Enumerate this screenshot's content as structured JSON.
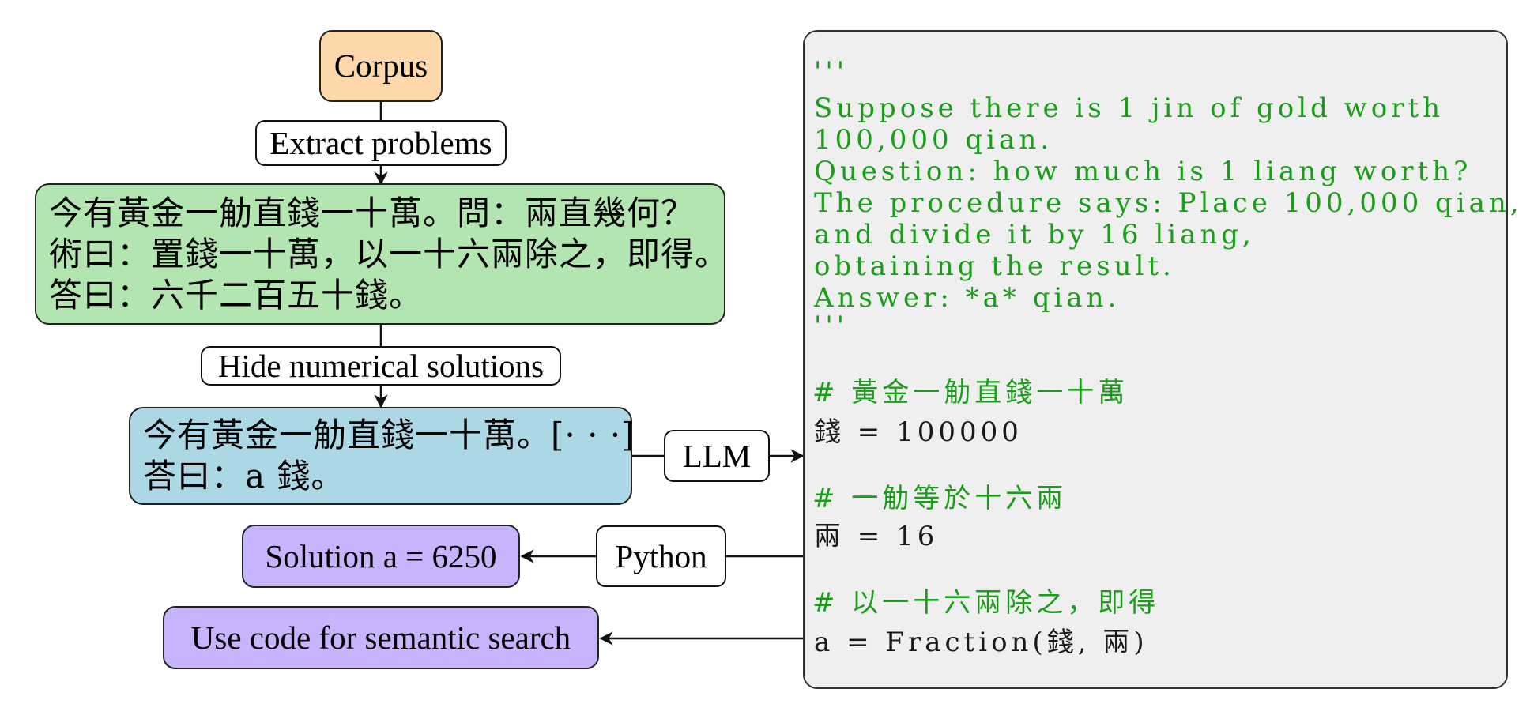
{
  "colors": {
    "corpus": "#fdd8aa",
    "chinese_problem": "#b3e5b0",
    "masked_problem": "#acd8e6",
    "output": "#c8b4fc",
    "code_bg": "#efefef",
    "code_comment": "#1a9e1a",
    "code_text": "#1a1a1a"
  },
  "corpus": {
    "label": "Corpus"
  },
  "steps": {
    "extract": "Extract problems",
    "hide": "Hide numerical solutions",
    "llm": "LLM",
    "python": "Python"
  },
  "chinese_problem": {
    "lines": [
      "今有黃金一觔直錢一十萬。問：兩直幾何？",
      "術曰：置錢一十萬，以一十六兩除之，即得。",
      "答曰：六千二百五十錢。"
    ]
  },
  "masked_problem": {
    "lines": [
      "今有黃金一觔直錢一十萬。[· · ·]",
      "荅曰：a 錢。"
    ]
  },
  "outputs": {
    "solution": "Solution a = 6250",
    "search": "Use code for semantic search"
  },
  "code": {
    "docstring": [
      "'''",
      "Suppose there is 1 jin of gold worth",
      "100,000 qian.",
      "Question: how much is 1 liang worth?",
      "The procedure says: Place 100,000 qian,",
      "and divide it by 16 liang,",
      "obtaining the result.",
      "Answer: *a* qian.",
      "'''"
    ],
    "comment1": "# 黃金一觔直錢一十萬",
    "stmt1": "錢 = 100000",
    "comment2": "# 一觔等於十六兩",
    "stmt2": "兩 = 16",
    "comment3": "# 以一十六兩除之，即得",
    "stmt3": "a = Fraction(錢, 兩)"
  }
}
